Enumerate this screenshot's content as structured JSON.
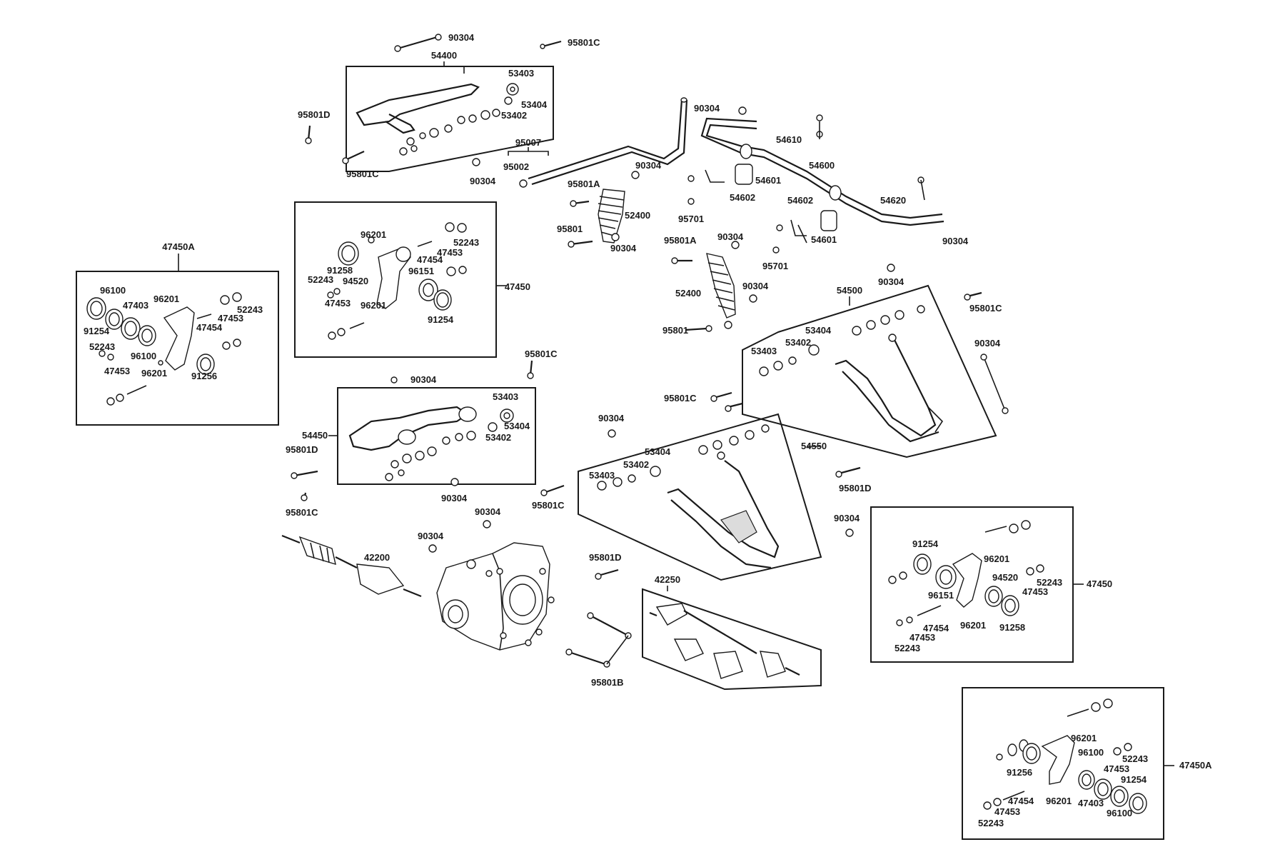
{
  "labels": {
    "p90304": "90304",
    "p95801C": "95801C",
    "p95801D": "95801D",
    "p95801A": "95801A",
    "p95801": "95801",
    "p95801B": "95801B",
    "p54400": "54400",
    "p53403": "53403",
    "p53404": "53404",
    "p53402": "53402",
    "p95007": "95007",
    "p95002": "95002",
    "p52400": "52400",
    "p54610": "54610",
    "p54600": "54600",
    "p54601": "54601",
    "p54602": "54602",
    "p54620": "54620",
    "p95701": "95701",
    "p47450A": "47450A",
    "p47450": "47450",
    "p96100": "96100",
    "p96201": "96201",
    "p47403": "47403",
    "p52243": "52243",
    "p47453": "47453",
    "p47454": "47454",
    "p91254": "91254",
    "p91256": "91256",
    "p91258": "91258",
    "p94520": "94520",
    "p96151": "96151",
    "p54500": "54500",
    "p54450": "54450",
    "p54550": "54550",
    "p42200": "42200",
    "p42250": "42250"
  }
}
